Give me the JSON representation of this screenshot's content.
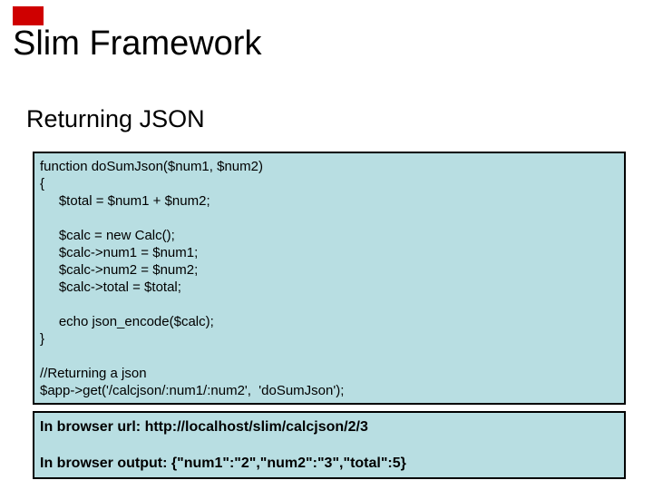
{
  "slide": {
    "accent_color": "#cf0000",
    "box_bg_color": "#b8dee2",
    "box_border_color": "#000000",
    "title": "Slim Framework",
    "subtitle": "Returning JSON",
    "code_box": {
      "lines": [
        "function doSumJson($num1, $num2)",
        "{",
        "     $total = $num1 + $num2;",
        "",
        "     $calc = new Calc();",
        "     $calc->num1 = $num1;",
        "     $calc->num2 = $num2;",
        "     $calc->total = $total;",
        "",
        "     echo json_encode($calc);",
        "}",
        "",
        "//Returning a json",
        "$app->get('/calcjson/:num1/:num2',  'doSumJson');"
      ]
    },
    "result_box": {
      "url_line": "In browser url: http://localhost/slim/calcjson/2/3",
      "output_line": "In browser output: {\"num1\":\"2\",\"num2\":\"3\",\"total\":5}"
    }
  }
}
